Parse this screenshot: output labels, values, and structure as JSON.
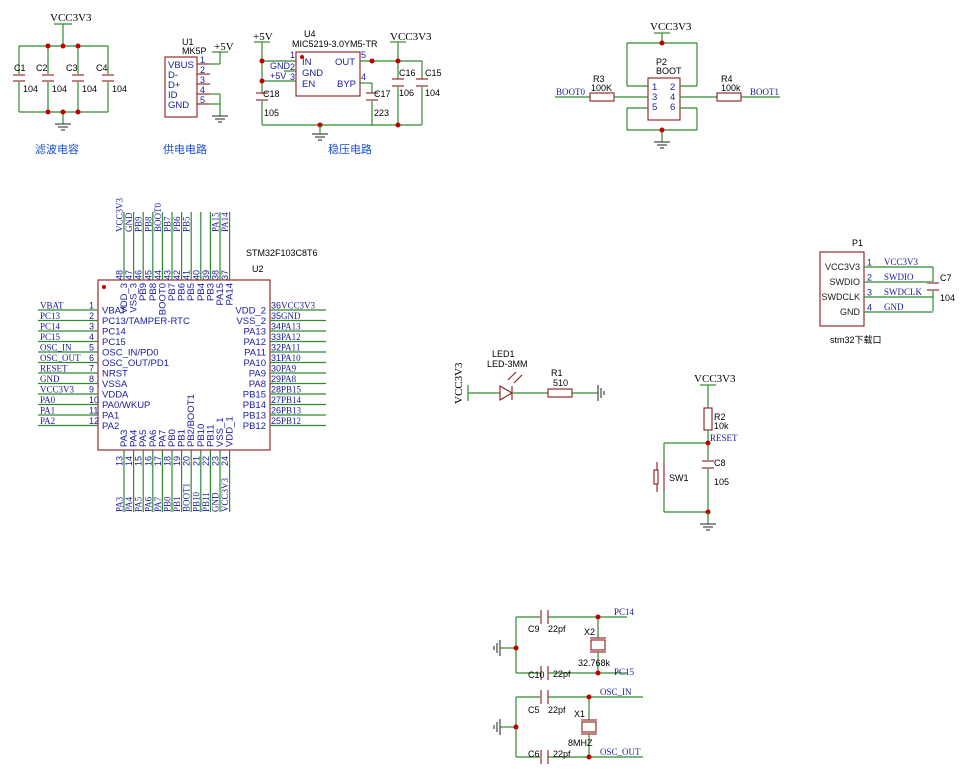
{
  "filter_block": {
    "power": "VCC3V3",
    "caps": [
      {
        "ref": "C1",
        "val": "104"
      },
      {
        "ref": "C2",
        "val": "104"
      },
      {
        "ref": "C3",
        "val": "104"
      },
      {
        "ref": "C4",
        "val": "104"
      }
    ],
    "caption": "滤波电容"
  },
  "usb_block": {
    "ref": "U1",
    "part": "MK5P",
    "power": "+5V",
    "pins": [
      "VBUS",
      "D-",
      "D+",
      "ID",
      "GND"
    ],
    "nums": [
      "1",
      "2",
      "3",
      "4",
      "5"
    ],
    "caption": "供电电路"
  },
  "reg_block": {
    "ref": "U4",
    "part": "MIC5219-3.0YM5-TR",
    "in_power": "+5V",
    "out_power": "VCC3V3",
    "pins_left": [
      "IN",
      "GND",
      "EN"
    ],
    "nums_left": [
      "1",
      "2",
      "3"
    ],
    "pin_out": "OUT",
    "num_out": "5",
    "pin_byp": "BYP",
    "num_byp": "4",
    "gnd_net": "GND",
    "en_net": "+5V",
    "caps": [
      {
        "ref": "C18",
        "val": "105"
      },
      {
        "ref": "C17",
        "val": "223"
      },
      {
        "ref": "C16",
        "val": "106"
      },
      {
        "ref": "C15",
        "val": "104"
      }
    ],
    "caption": "稳压电路"
  },
  "boot_block": {
    "power": "VCC3V3",
    "ref": "P2",
    "name": "BOOT",
    "pins": [
      "1",
      "2",
      "3",
      "4",
      "5",
      "6"
    ],
    "r3": {
      "ref": "R3",
      "val": "100K",
      "net": "BOOT0"
    },
    "r4": {
      "ref": "R4",
      "val": "100k",
      "net": "BOOT1"
    }
  },
  "mcu": {
    "ref": "U2",
    "part": "STM32F103C8T6",
    "left": [
      {
        "num": "1",
        "pin": "VBAT",
        "net": "VBAT"
      },
      {
        "num": "2",
        "pin": "PC13/TAMPER-RTC",
        "net": "PC13"
      },
      {
        "num": "3",
        "pin": "PC14",
        "net": "PC14"
      },
      {
        "num": "4",
        "pin": "PC15",
        "net": "PC15"
      },
      {
        "num": "5",
        "pin": "OSC_IN/PD0",
        "net": "OSC_IN"
      },
      {
        "num": "6",
        "pin": "OSC_OUT/PD1",
        "net": "OSC_OUT"
      },
      {
        "num": "7",
        "pin": "NRST",
        "net": "RESET"
      },
      {
        "num": "8",
        "pin": "VSSA",
        "net": "GND"
      },
      {
        "num": "9",
        "pin": "VDDA",
        "net": "VCC3V3"
      },
      {
        "num": "10",
        "pin": "PA0/WKUP",
        "net": "PA0"
      },
      {
        "num": "11",
        "pin": "PA1",
        "net": "PA1"
      },
      {
        "num": "12",
        "pin": "PA2",
        "net": "PA2"
      }
    ],
    "right": [
      {
        "num": "36",
        "pin": "VDD_2",
        "net": "VCC3V3"
      },
      {
        "num": "35",
        "pin": "VSS_2",
        "net": "GND"
      },
      {
        "num": "34",
        "pin": "PA13",
        "net": "PA13"
      },
      {
        "num": "33",
        "pin": "PA12",
        "net": "PA12"
      },
      {
        "num": "32",
        "pin": "PA11",
        "net": "PA11"
      },
      {
        "num": "31",
        "pin": "PA10",
        "net": "PA10"
      },
      {
        "num": "30",
        "pin": "PA9",
        "net": "PA9"
      },
      {
        "num": "29",
        "pin": "PA8",
        "net": "PA8"
      },
      {
        "num": "28",
        "pin": "PB15",
        "net": "PB15"
      },
      {
        "num": "27",
        "pin": "PB14",
        "net": "PB14"
      },
      {
        "num": "26",
        "pin": "PB13",
        "net": "PB13"
      },
      {
        "num": "25",
        "pin": "PB12",
        "net": "PB12"
      }
    ],
    "top": [
      {
        "num": "48",
        "pin": "VDD_3",
        "net": "VCC3V3"
      },
      {
        "num": "47",
        "pin": "VSS_3",
        "net": "GND"
      },
      {
        "num": "46",
        "pin": "PB9",
        "net": "PB9"
      },
      {
        "num": "45",
        "pin": "PB8",
        "net": "PB8"
      },
      {
        "num": "44",
        "pin": "BOOT0",
        "net": "BOOT0"
      },
      {
        "num": "43",
        "pin": "PB7",
        "net": "PB7"
      },
      {
        "num": "42",
        "pin": "PB6",
        "net": "PB6"
      },
      {
        "num": "41",
        "pin": "PB5",
        "net": "PB5"
      },
      {
        "num": "40",
        "pin": "PB4",
        "net": ""
      },
      {
        "num": "39",
        "pin": "PB3",
        "net": ""
      },
      {
        "num": "38",
        "pin": "PA15",
        "net": "PA15"
      },
      {
        "num": "37",
        "pin": "PA14",
        "net": "PA14"
      }
    ],
    "bottom": [
      {
        "num": "13",
        "pin": "PA3",
        "net": "PA3"
      },
      {
        "num": "14",
        "pin": "PA4",
        "net": "PA4"
      },
      {
        "num": "15",
        "pin": "PA5",
        "net": "PA5"
      },
      {
        "num": "16",
        "pin": "PA6",
        "net": "PA6"
      },
      {
        "num": "17",
        "pin": "PA7",
        "net": "PA7"
      },
      {
        "num": "18",
        "pin": "PB0",
        "net": "PB0"
      },
      {
        "num": "19",
        "pin": "PB1",
        "net": "PB1"
      },
      {
        "num": "20",
        "pin": "PB2/BOOT1",
        "net": "BOOT1"
      },
      {
        "num": "21",
        "pin": "PB10",
        "net": "PB10"
      },
      {
        "num": "22",
        "pin": "PB11",
        "net": "PB11"
      },
      {
        "num": "23",
        "pin": "VSS_1",
        "net": "GND"
      },
      {
        "num": "24",
        "pin": "VDD_1",
        "net": "VCC3V3"
      }
    ]
  },
  "swd_block": {
    "ref": "P1",
    "pins": [
      {
        "num": "1",
        "name": "VCC3V3",
        "net": "VCC3V3"
      },
      {
        "num": "2",
        "name": "SWDIO",
        "net": "SWDIO"
      },
      {
        "num": "3",
        "name": "SWDCLK",
        "net": "SWDCLK"
      },
      {
        "num": "4",
        "name": "GND",
        "net": "GND"
      }
    ],
    "cap": {
      "ref": "C7",
      "val": "104"
    },
    "caption": "stm32下载口"
  },
  "led_block": {
    "power": "VCC3V3",
    "led_ref": "LED1",
    "led_part": "LED-3MM",
    "r_ref": "R1",
    "r_val": "510"
  },
  "reset_block": {
    "power": "VCC3V3",
    "r_ref": "R2",
    "r_val": "10k",
    "net": "RESET",
    "c_ref": "C8",
    "c_val": "105",
    "sw_ref": "SW1"
  },
  "crystal_block": {
    "lse": {
      "ref": "X2",
      "val": "32.768k",
      "c_top": {
        "ref": "C9",
        "val": "22pf"
      },
      "c_bot": {
        "ref": "C10",
        "val": "22pf"
      },
      "net_top": "PC14",
      "net_bot": "PC15"
    },
    "hse": {
      "ref": "X1",
      "val": "8MHZ",
      "c_top": {
        "ref": "C5",
        "val": "22pf"
      },
      "c_bot": {
        "ref": "C6",
        "val": "22pf"
      },
      "net_top": "OSC_IN",
      "net_bot": "OSC_OUT"
    }
  }
}
